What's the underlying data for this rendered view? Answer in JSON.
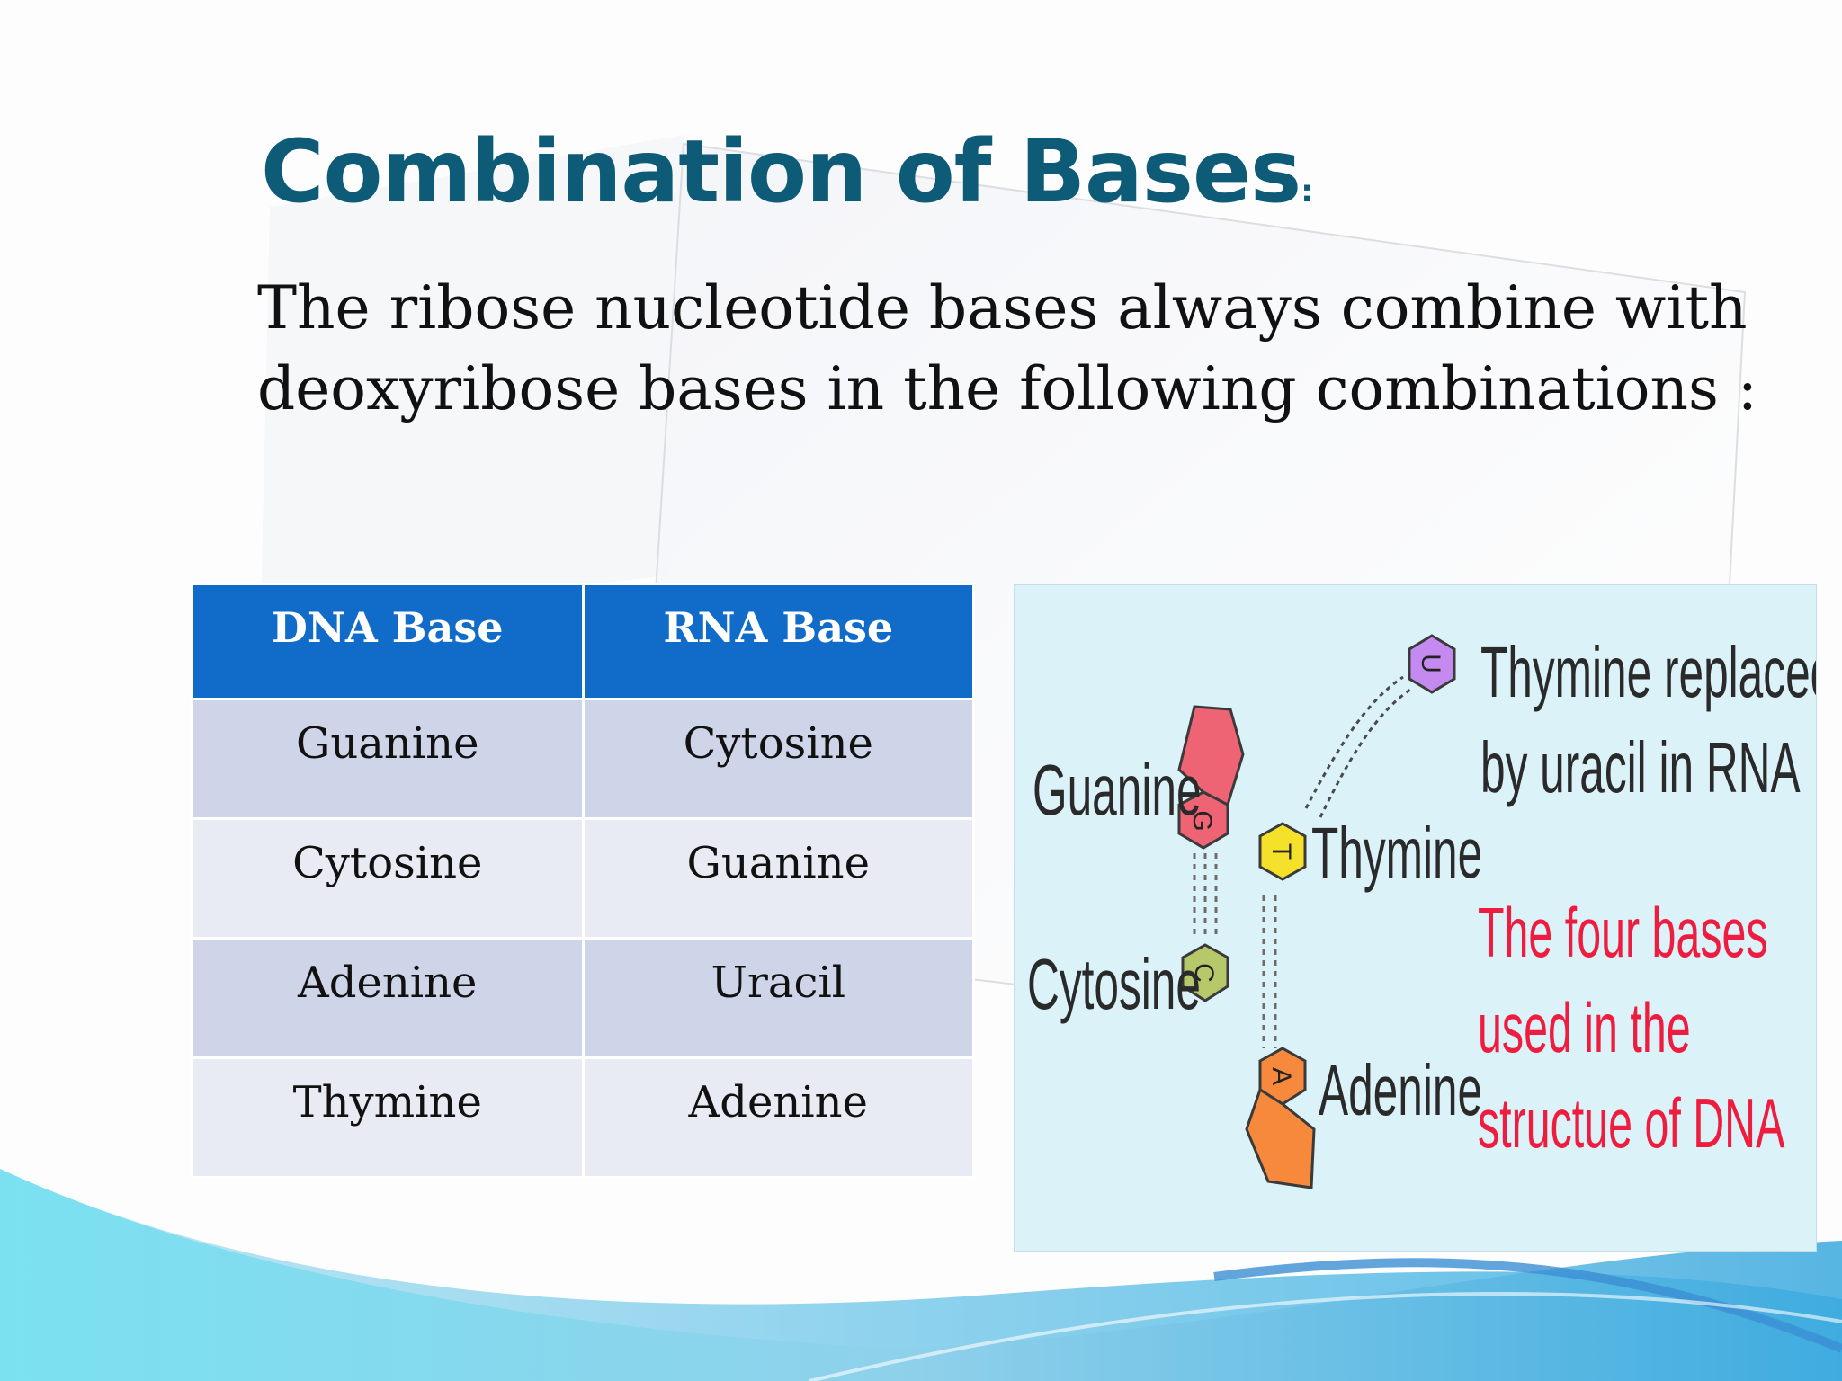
{
  "slide": {
    "title": "Combination of Bases",
    "title_punctuation": ":",
    "subtitle": "The ribose nucleotide bases always combine with deoxyribose bases in the following combinations :"
  },
  "table": {
    "headers": [
      "DNA Base",
      "RNA Base"
    ],
    "rows": [
      [
        "Guanine",
        "Cytosine"
      ],
      [
        "Cytosine",
        "Guanine"
      ],
      [
        "Adenine",
        "Uracil"
      ],
      [
        "Thymine",
        "Adenine"
      ]
    ]
  },
  "diagram": {
    "bases": {
      "guanine": {
        "label": "Guanine",
        "letter": "G",
        "color": "#ef6475"
      },
      "cytosine": {
        "label": "Cytosine",
        "letter": "C",
        "color": "#b5c96a"
      },
      "thymine": {
        "label": "Thymine",
        "letter": "T",
        "color": "#f6e12a"
      },
      "adenine": {
        "label": "Adenine",
        "letter": "A",
        "color": "#f7893c"
      },
      "uracil": {
        "letter": "U",
        "color": "#c58af0"
      }
    },
    "note_replaced": "Thymine replaced by uracil in RNA",
    "note_four_bases": "The four bases used in the structue of DNA"
  },
  "colors": {
    "title": "#0e5b78",
    "table_header": "#116cc9",
    "table_row_dark": "#cfd5e8",
    "table_row_light": "#e8ebf4",
    "diagram_background": "#dbf2f9",
    "note_red": "#ee1c3f"
  }
}
